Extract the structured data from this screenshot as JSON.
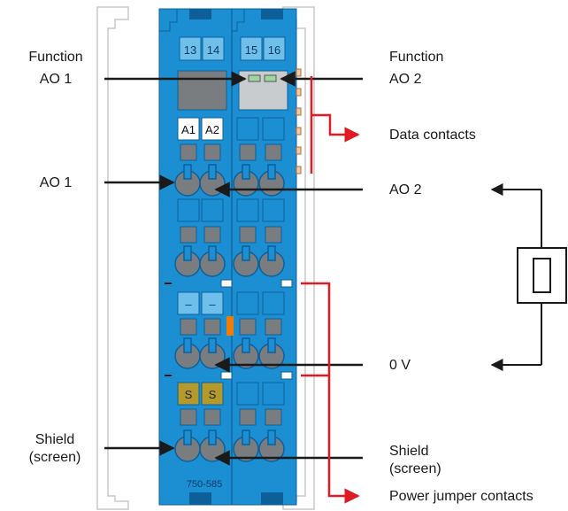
{
  "terminal": {
    "model": "750-585",
    "header_numbers": [
      "13",
      "14",
      "15",
      "16"
    ],
    "channel_labels": [
      "A1",
      "A2"
    ],
    "minus_labels": [
      "–",
      "–"
    ],
    "shield_labels": [
      "S",
      "S"
    ]
  },
  "labels": {
    "function_left_line1": "Function",
    "function_left_line2": "AO 1",
    "function_right_line1": "Function",
    "function_right_line2": "AO 2",
    "data_contacts": "Data contacts",
    "ao1": "AO 1",
    "ao2": "AO 2",
    "zero_v": "0 V",
    "shield_left_line1": "Shield",
    "shield_left_line2": "(screen)",
    "shield_right_line1": "Shield",
    "shield_right_line2": "(screen)",
    "power_jumper": "Power jumper contacts"
  },
  "colors": {
    "module_blue": "#1b8fd2",
    "module_dark": "#0d5f9a",
    "light_blue": "#6ec0ea",
    "gray_block": "#7a7d80",
    "led_window": "#c9ccce",
    "shield_gold": "#b49a2a",
    "red_arrow": "#e21a22",
    "orange": "#f07d00",
    "outline_gray": "#c8c8c8"
  }
}
